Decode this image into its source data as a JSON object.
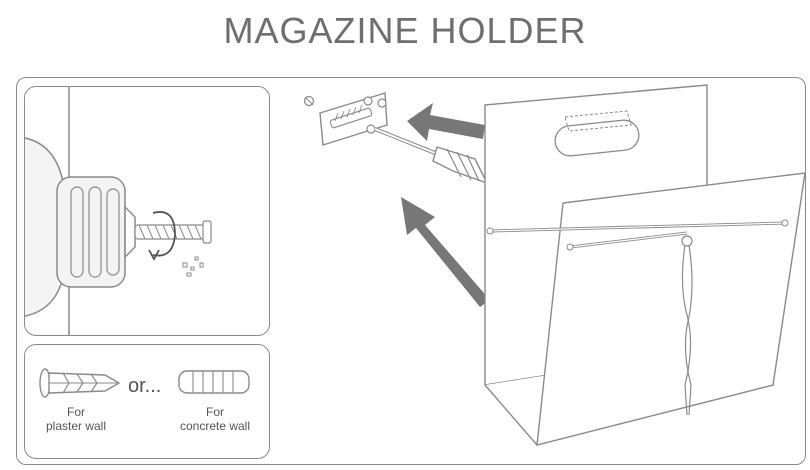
{
  "title": "MAGAZINE HOLDER",
  "anchors": {
    "plaster_line1": "For",
    "plaster_line2": "plaster wall",
    "or": "or...",
    "concrete_line1": "For",
    "concrete_line2": "concrete wall"
  },
  "icons": {
    "drill": "drill-icon",
    "rotation": "rotation-arrow-icon",
    "plaster_anchor": "plaster-anchor-icon",
    "concrete_anchor": "concrete-anchor-icon",
    "screwdriver": "screwdriver-icon",
    "wall_bracket": "wall-bracket-icon",
    "magazine_holder": "magazine-holder-icon",
    "direction_arrows": "direction-arrow-icon"
  }
}
